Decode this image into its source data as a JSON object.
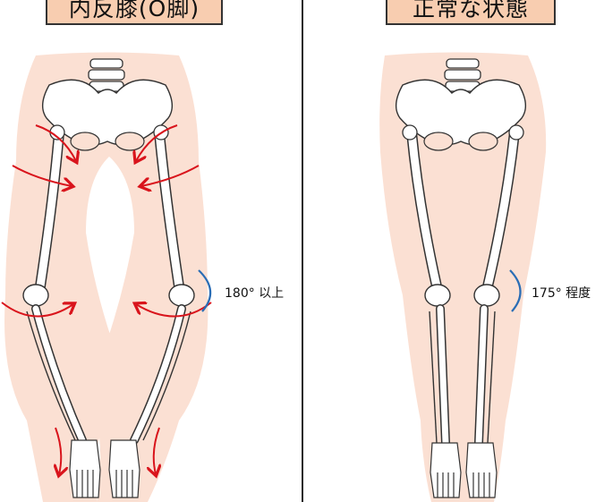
{
  "panels": {
    "left": {
      "title": "内反膝(O脚)",
      "angle_label": "180° 以上"
    },
    "right": {
      "title": "正常な状態",
      "angle_label": "175° 程度"
    }
  },
  "colors": {
    "title_bg": "#f8cdb0",
    "silhouette": "#fbe0d3",
    "bone_fill": "#ffffff",
    "bone_stroke": "#333333",
    "arrow": "#d9141c",
    "angle_arc": "#2a6db5"
  },
  "icons": [
    "red-curved-arrow-icon",
    "blue-angle-arc-icon"
  ]
}
